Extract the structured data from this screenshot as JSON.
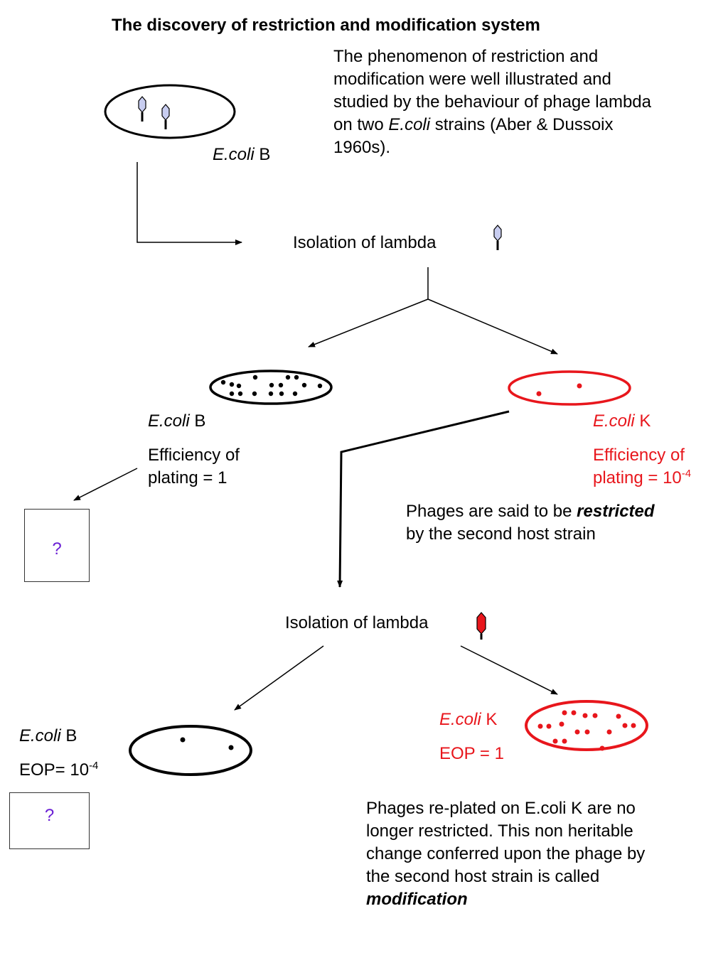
{
  "title": "The discovery of restriction and modification system",
  "intro": {
    "line1": "The phenomenon of restriction and",
    "line2": "modification were well illustrated and",
    "line3": "studied by the behaviour of phage lambda",
    "line4_pre": "on two ",
    "line4_italic": "E.coli",
    "line4_post": " strains (Aber & Dussoix",
    "line5": "1960s)."
  },
  "top_host": {
    "italic": "E.coli",
    "suffix": " B"
  },
  "isolation1": "Isolation of lambda",
  "isolation2": "Isolation of lambda",
  "plate_b1": {
    "italic": "E.coli",
    "suffix": " B",
    "eop_line1": "Efficiency of",
    "eop_line2": "plating = 1"
  },
  "plate_k1": {
    "italic": "E.coli",
    "suffix": " K",
    "eop_line1": "Efficiency of",
    "eop_base": "plating = 10",
    "eop_exp": "-4"
  },
  "restricted_note": {
    "pre": "Phages are said to be ",
    "emph": "restricted",
    "line2": "by the second host strain"
  },
  "plate_b2": {
    "italic": "E.coli",
    "suffix": " B",
    "eop_base": "EOP= 10",
    "eop_exp": "-4"
  },
  "plate_k2": {
    "italic": "E.coli",
    "suffix": " K",
    "eop": "EOP = 1"
  },
  "question1": "?",
  "question2": "?",
  "modification_note": {
    "line1": "Phages re-plated on E.coli K are no",
    "line2": "longer restricted. This non heritable",
    "line3": "change conferred upon the phage by",
    "line4": "the second host strain is called",
    "emph": "modification"
  },
  "colors": {
    "red": "#e8161c",
    "phage_blue": "#c8cdf0",
    "question_purple": "#6a1fd4"
  },
  "icons": [
    "phage-icon",
    "red-phage-icon",
    "plaque-dot"
  ]
}
